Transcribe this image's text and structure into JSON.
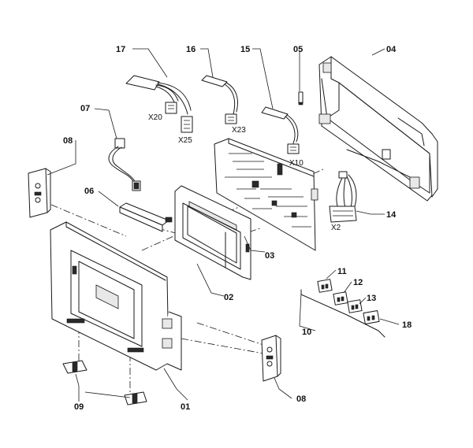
{
  "parts": {
    "p01": "01",
    "p02": "02",
    "p03": "03",
    "p04": "04",
    "p05": "05",
    "p06": "06",
    "p07": "07",
    "p08a": "08",
    "p08b": "08",
    "p09": "09",
    "p10": "10",
    "p11": "11",
    "p12": "12",
    "p13": "13",
    "p14": "14",
    "p15": "15",
    "p16": "16",
    "p17": "17",
    "p18": "18"
  },
  "connectors": {
    "x20": "X20",
    "x25": "X25",
    "x23": "X23",
    "x10": "X10",
    "x2": "X2"
  }
}
